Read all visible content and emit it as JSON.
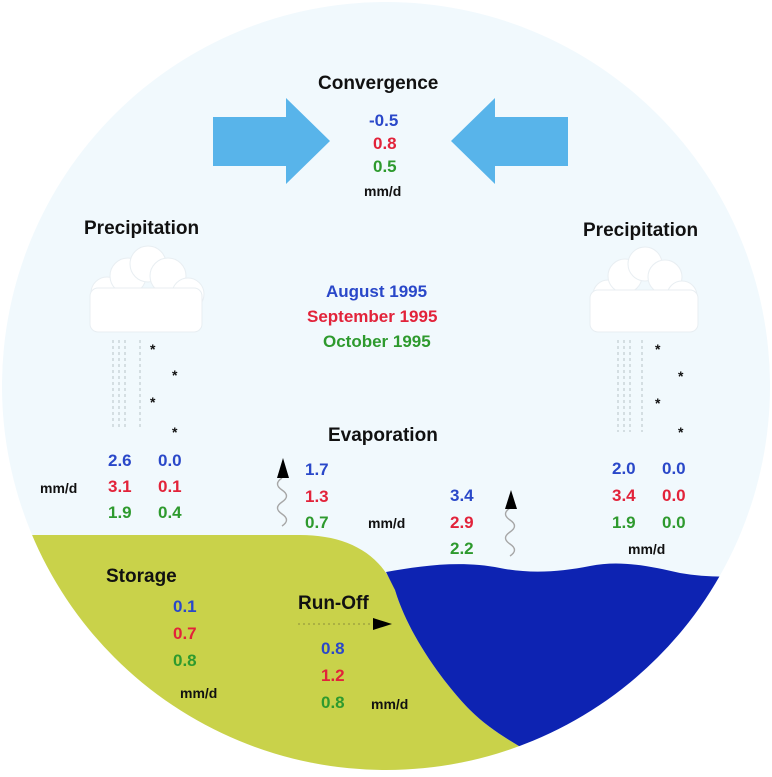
{
  "colors": {
    "august": "#2a48c9",
    "september": "#e2233a",
    "october": "#2e9a2e",
    "sky": "#f1f9fd",
    "land": "#c9d24a",
    "ocean": "#0d23b2",
    "arrow": "#58b4ea"
  },
  "legend": {
    "august": "August 1995",
    "september": "September 1995",
    "october": "October 1995"
  },
  "convergence": {
    "title": "Convergence",
    "values": [
      "-0.5",
      "0.8",
      "0.5"
    ],
    "unit": "mm/d"
  },
  "precip_left": {
    "title": "Precipitation",
    "rain": [
      "2.6",
      "3.1",
      "1.9"
    ],
    "snow": [
      "0.0",
      "0.1",
      "0.4"
    ],
    "unit": "mm/d"
  },
  "precip_right": {
    "title": "Precipitation",
    "rain": [
      "2.0",
      "3.4",
      "1.9"
    ],
    "snow": [
      "0.0",
      "0.0",
      "0.0"
    ],
    "unit": "mm/d"
  },
  "evaporation": {
    "title": "Evaporation",
    "land": [
      "1.7",
      "1.3",
      "0.7"
    ],
    "ocean": [
      "3.4",
      "2.9",
      "2.2"
    ],
    "unit": "mm/d"
  },
  "storage": {
    "title": "Storage",
    "values": [
      "0.1",
      "0.7",
      "0.8"
    ],
    "unit": "mm/d"
  },
  "runoff": {
    "title": "Run-Off",
    "values": [
      "0.8",
      "1.2",
      "0.8"
    ],
    "unit": "mm/d"
  },
  "snow_symbol": "*"
}
